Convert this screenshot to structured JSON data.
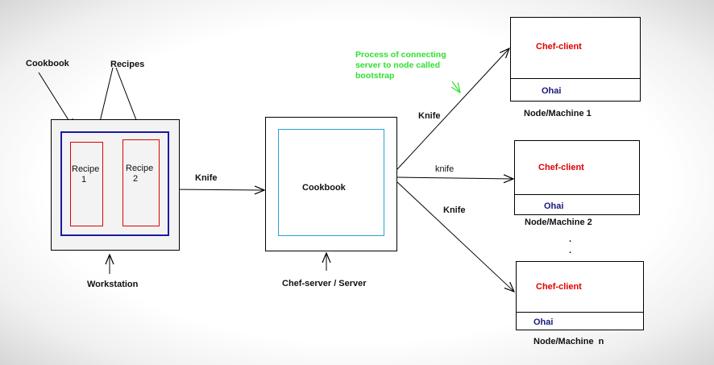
{
  "workstation": {
    "label": "Workstation",
    "cookbook_label": "Cookbook",
    "recipes_label": "Recipes",
    "recipe1_line1": "Recipe",
    "recipe1_line2": "1",
    "recipe2_line1": "Recipe",
    "recipe2_line2": "2"
  },
  "server": {
    "label": "Chef-server / Server",
    "cookbook_label": "Cookbook"
  },
  "edges": {
    "ws_to_server": "Knife",
    "server_to_node1": "Knife",
    "server_to_node2": "knife",
    "server_to_noden": "Knife"
  },
  "bootstrap_note": {
    "line1": "Process of connecting",
    "line2": "server to node called",
    "line3": "bootstrap"
  },
  "nodes": [
    {
      "client": "Chef-client",
      "ohai": "Ohai",
      "label": "Node/Machine 1"
    },
    {
      "client": "Chef-client",
      "ohai": "Ohai",
      "label": "Node/Machine 2"
    },
    {
      "client": "Chef-client",
      "ohai": "Ohai",
      "label": "Node/Machine  n"
    }
  ],
  "ellipsis": ".",
  "colors": {
    "client_text": "#e00000",
    "ohai_text": "#1a1a7a",
    "note_text": "#2ee02e",
    "workstation_inner": "#1a1aa0",
    "recipe_border": "#e00000",
    "server_inner": "#2aa0d8"
  }
}
